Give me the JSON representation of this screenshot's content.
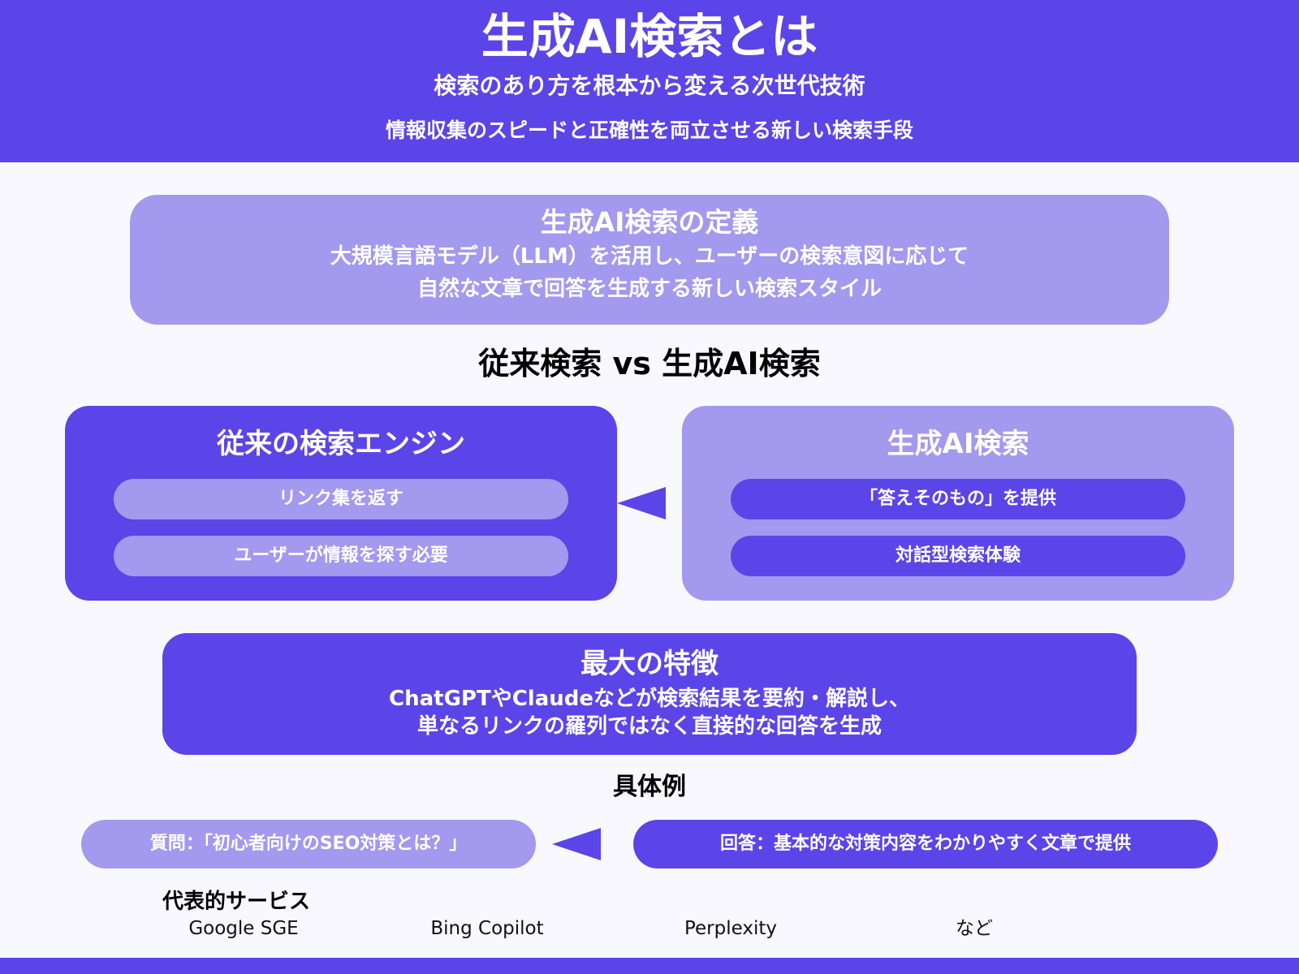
{
  "colors": {
    "primary": "#5B45E8",
    "light": "#A399EE",
    "background": "#F8F8FE",
    "text_on_color": "#FFFFFF",
    "text_dark": "#000000"
  },
  "header": {
    "title": "生成AI検索とは",
    "subtitle1": "検索のあり方を根本から変える次世代技術",
    "subtitle2": "情報収集のスピードと正確性を両立させる新しい検索手段"
  },
  "definition": {
    "heading": "生成AI検索の定義",
    "lines": [
      "大規模言語モデル（LLM）を活用し、ユーザーの検索意図に応じて",
      "自然な文章で回答を生成する新しい検索スタイル"
    ]
  },
  "comparison": {
    "title": "従来検索 vs 生成AI検索",
    "traditional": {
      "heading": "従来の検索エンジン",
      "items": [
        "リンク集を返す",
        "ユーザーが情報を探す必要"
      ]
    },
    "generative": {
      "heading": "生成AI検索",
      "items": [
        "「答えそのもの」を提供",
        "対話型検索体験"
      ]
    },
    "arrow_icon": "arrow-left-icon"
  },
  "feature": {
    "heading": "最大の特徴",
    "lines": [
      "ChatGPTやClaudeなどが検索結果を要約・解説し、",
      "単なるリンクの羅列ではなく直接的な回答を生成"
    ]
  },
  "example": {
    "title": "具体例",
    "question": "質問：「初心者向けのSEO対策とは？」",
    "answer": "回答：基本的な対策内容をわかりやすく文章で提供",
    "arrow_icon": "arrow-left-icon"
  },
  "services": {
    "label": "代表的サービス",
    "items": [
      "Google SGE",
      "Bing Copilot",
      "Perplexity",
      "など"
    ]
  }
}
